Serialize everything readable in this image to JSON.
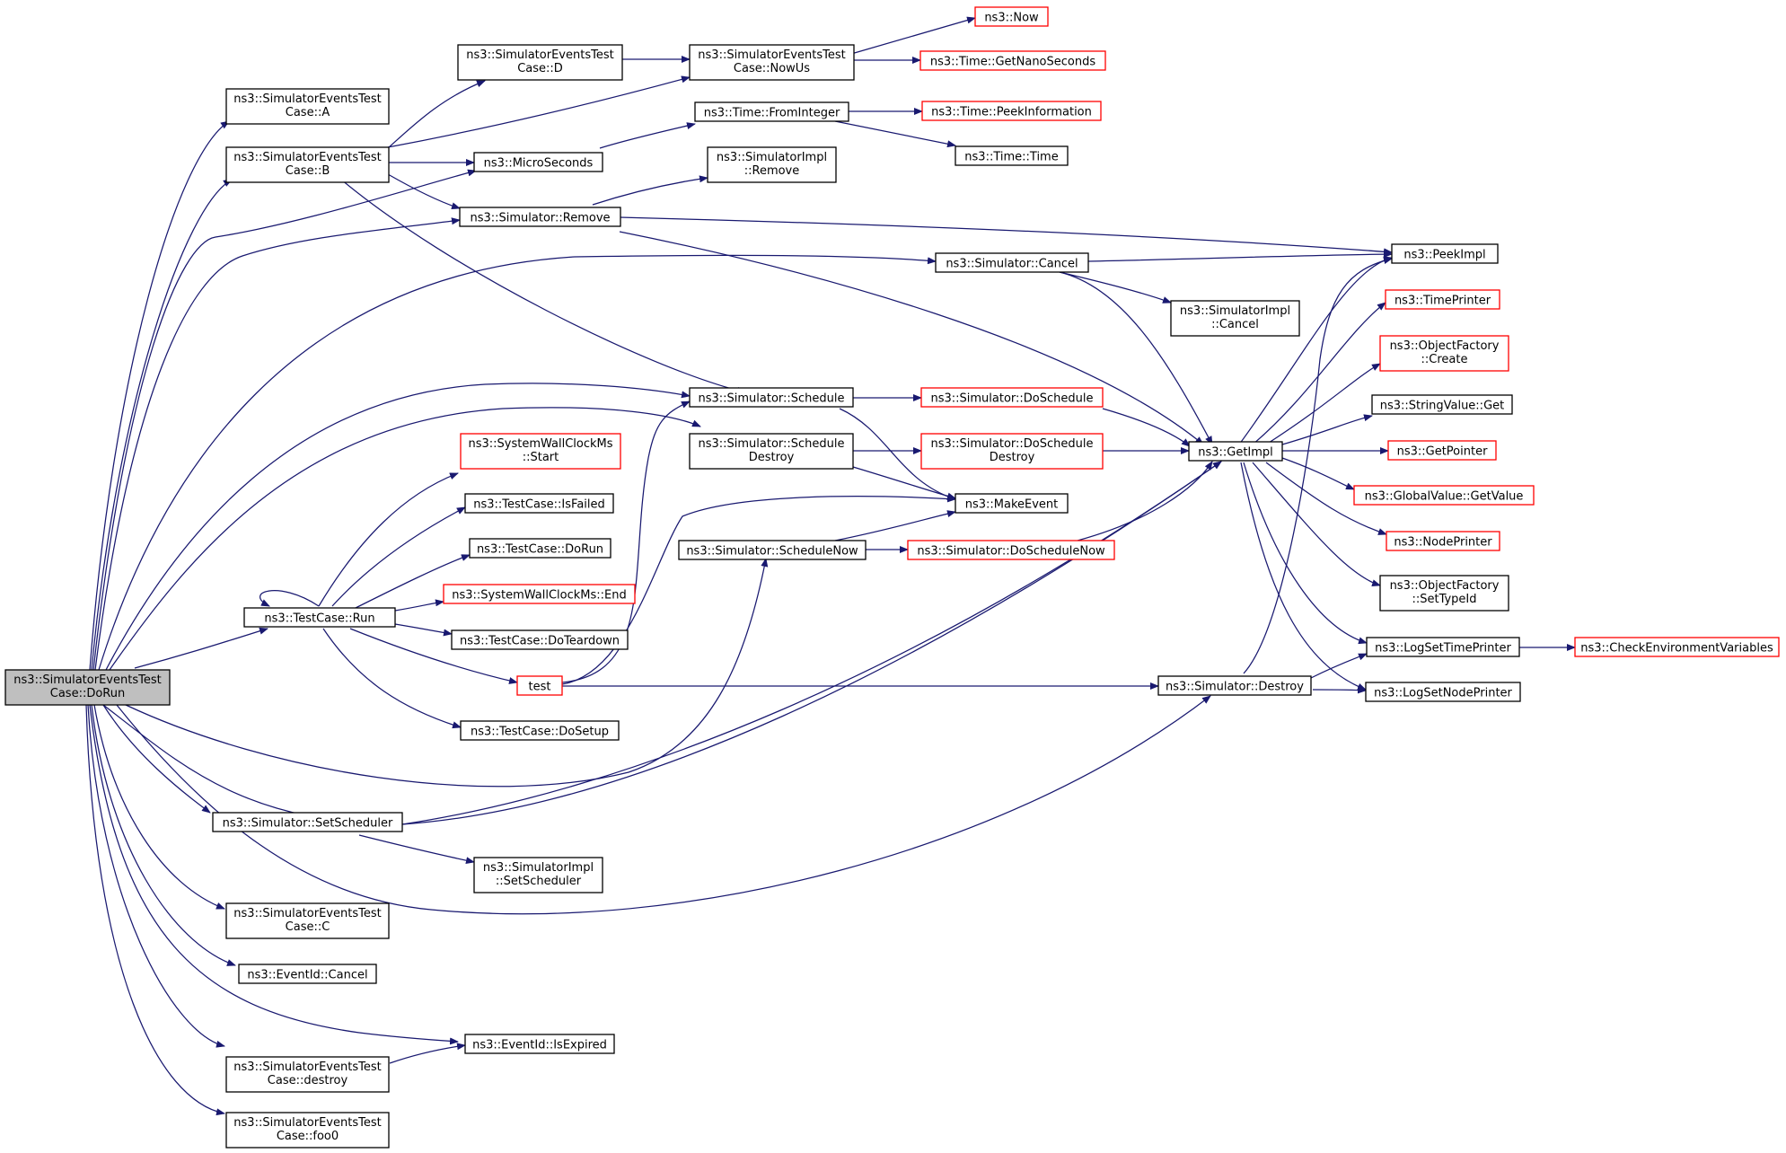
{
  "colors": {
    "edge": "#191970",
    "node_border": "#000000",
    "undocumented_border": "#ff0000",
    "root_fill": "#bfbfbf",
    "background": "#ffffff"
  },
  "nodes": {
    "dorun": {
      "lines": [
        "ns3::SimulatorEventsTest",
        "Case::DoRun"
      ]
    },
    "case_a": {
      "lines": [
        "ns3::SimulatorEventsTest",
        "Case::A"
      ]
    },
    "case_b": {
      "lines": [
        "ns3::SimulatorEventsTest",
        "Case::B"
      ]
    },
    "case_d": {
      "lines": [
        "ns3::SimulatorEventsTest",
        "Case::D"
      ]
    },
    "nowus": {
      "lines": [
        "ns3::SimulatorEventsTest",
        "Case::NowUs"
      ]
    },
    "now": {
      "lines": [
        "ns3::Now"
      ]
    },
    "getnanos": {
      "lines": [
        "ns3::Time::GetNanoSeconds"
      ]
    },
    "frominteger": {
      "lines": [
        "ns3::Time::FromInteger"
      ]
    },
    "peekinfo": {
      "lines": [
        "ns3::Time::PeekInformation"
      ]
    },
    "timetime": {
      "lines": [
        "ns3::Time::Time"
      ]
    },
    "microseconds": {
      "lines": [
        "ns3::MicroSeconds"
      ]
    },
    "implremove": {
      "lines": [
        "ns3::SimulatorImpl",
        "::Remove"
      ]
    },
    "simremove": {
      "lines": [
        "ns3::Simulator::Remove"
      ]
    },
    "peekimpl": {
      "lines": [
        "ns3::PeekImpl"
      ]
    },
    "simcancel": {
      "lines": [
        "ns3::Simulator::Cancel"
      ]
    },
    "implcancel": {
      "lines": [
        "ns3::SimulatorImpl",
        "::Cancel"
      ]
    },
    "timeprinter": {
      "lines": [
        "ns3::TimePrinter"
      ]
    },
    "ofcreate": {
      "lines": [
        "ns3::ObjectFactory",
        "::Create"
      ]
    },
    "stringget": {
      "lines": [
        "ns3::StringValue::Get"
      ]
    },
    "getpointer": {
      "lines": [
        "ns3::GetPointer"
      ]
    },
    "gvgetvalue": {
      "lines": [
        "ns3::GlobalValue::GetValue"
      ]
    },
    "nodeprinter": {
      "lines": [
        "ns3::NodePrinter"
      ]
    },
    "ofsettypeid": {
      "lines": [
        "ns3::ObjectFactory",
        "::SetTypeId"
      ]
    },
    "logsettime": {
      "lines": [
        "ns3::LogSetTimePrinter"
      ]
    },
    "checkenv": {
      "lines": [
        "ns3::CheckEnvironmentVariables"
      ]
    },
    "logsetnode": {
      "lines": [
        "ns3::LogSetNodePrinter"
      ]
    },
    "simschedule": {
      "lines": [
        "ns3::Simulator::Schedule"
      ]
    },
    "doschedule": {
      "lines": [
        "ns3::Simulator::DoSchedule"
      ]
    },
    "getimpl": {
      "lines": [
        "ns3::GetImpl"
      ]
    },
    "schedestroy": {
      "lines": [
        "ns3::Simulator::Schedule",
        "Destroy"
      ]
    },
    "doschedestroy": {
      "lines": [
        "ns3::Simulator::DoSchedule",
        "Destroy"
      ]
    },
    "makeevent": {
      "lines": [
        "ns3::MakeEvent"
      ]
    },
    "swcstart": {
      "lines": [
        "ns3::SystemWallClockMs",
        "::Start"
      ]
    },
    "isfailed": {
      "lines": [
        "ns3::TestCase::IsFailed"
      ]
    },
    "tcdorun": {
      "lines": [
        "ns3::TestCase::DoRun"
      ]
    },
    "swcend": {
      "lines": [
        "ns3::SystemWallClockMs::End"
      ]
    },
    "tcrun": {
      "lines": [
        "ns3::TestCase::Run"
      ]
    },
    "teardown": {
      "lines": [
        "ns3::TestCase::DoTeardown"
      ]
    },
    "test": {
      "lines": [
        "test"
      ]
    },
    "dosetup": {
      "lines": [
        "ns3::TestCase::DoSetup"
      ]
    },
    "schednow": {
      "lines": [
        "ns3::Simulator::ScheduleNow"
      ]
    },
    "doschednow": {
      "lines": [
        "ns3::Simulator::DoScheduleNow"
      ]
    },
    "simdestroy": {
      "lines": [
        "ns3::Simulator::Destroy"
      ]
    },
    "setsched": {
      "lines": [
        "ns3::Simulator::SetScheduler"
      ]
    },
    "implsetsched": {
      "lines": [
        "ns3::SimulatorImpl",
        "::SetScheduler"
      ]
    },
    "case_c": {
      "lines": [
        "ns3::SimulatorEventsTest",
        "Case::C"
      ]
    },
    "evcancel": {
      "lines": [
        "ns3::EventId::Cancel"
      ]
    },
    "isexpired": {
      "lines": [
        "ns3::EventId::IsExpired"
      ]
    },
    "destroyfn": {
      "lines": [
        "ns3::SimulatorEventsTest",
        "Case::destroy"
      ]
    },
    "foo0": {
      "lines": [
        "ns3::SimulatorEventsTest",
        "Case::foo0"
      ]
    }
  }
}
